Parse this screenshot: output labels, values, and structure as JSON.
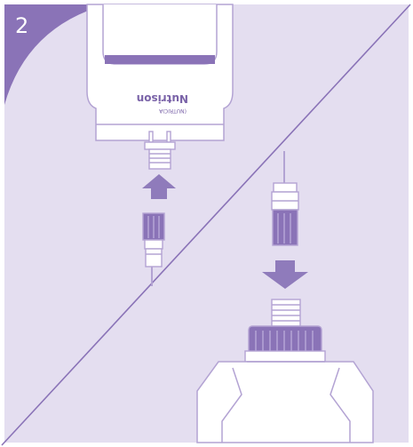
{
  "step": {
    "number": "2"
  },
  "brand": {
    "name": "Nutrison",
    "maker": "(NUTRICIA"
  },
  "colors": {
    "background": "#e4def0",
    "purple": "#8a73b7",
    "outline": "#b3a3d3",
    "arrow": "#8f7bbb",
    "white": "#ffffff"
  },
  "icons": {
    "up_arrow": "arrow-up-icon",
    "down_arrow": "arrow-down-icon"
  }
}
